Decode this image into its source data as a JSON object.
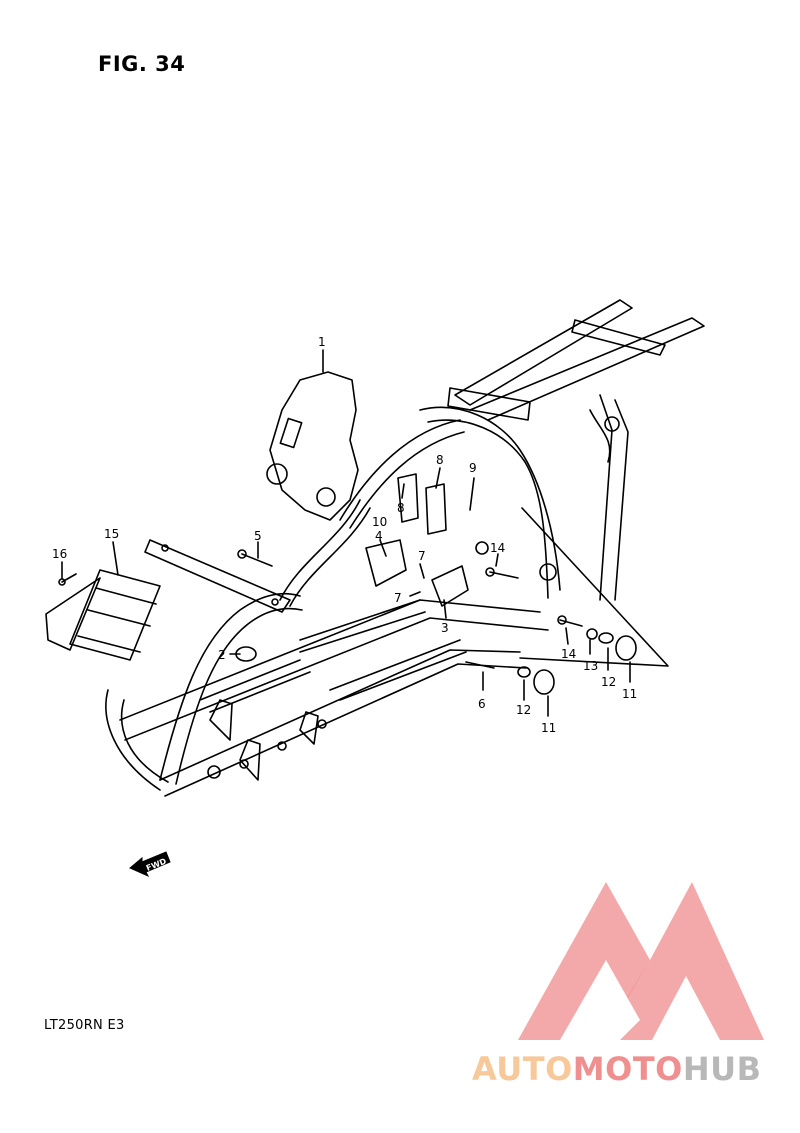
{
  "figure": {
    "title": "FIG. 34"
  },
  "model_code": "LT250RN E3",
  "fwd_label": "FWD",
  "watermark": {
    "part1": "AUTO",
    "part2": "MOTO",
    "part3": "HUB",
    "color_orange": "#f6c89a",
    "color_red": "#ef8f8f",
    "color_grey": "#b8b8b8"
  },
  "callouts": {
    "c1": "1",
    "c2": "2",
    "c3": "3",
    "c4": "4",
    "c5": "5",
    "c6": "6",
    "c7a": "7",
    "c7b": "7",
    "c8a": "8",
    "c8b": "8",
    "c9": "9",
    "c10": "10",
    "c11a": "11",
    "c11b": "11",
    "c12a": "12",
    "c12b": "12",
    "c13": "13",
    "c14a": "14",
    "c14b": "14",
    "c15": "15",
    "c16": "16"
  }
}
